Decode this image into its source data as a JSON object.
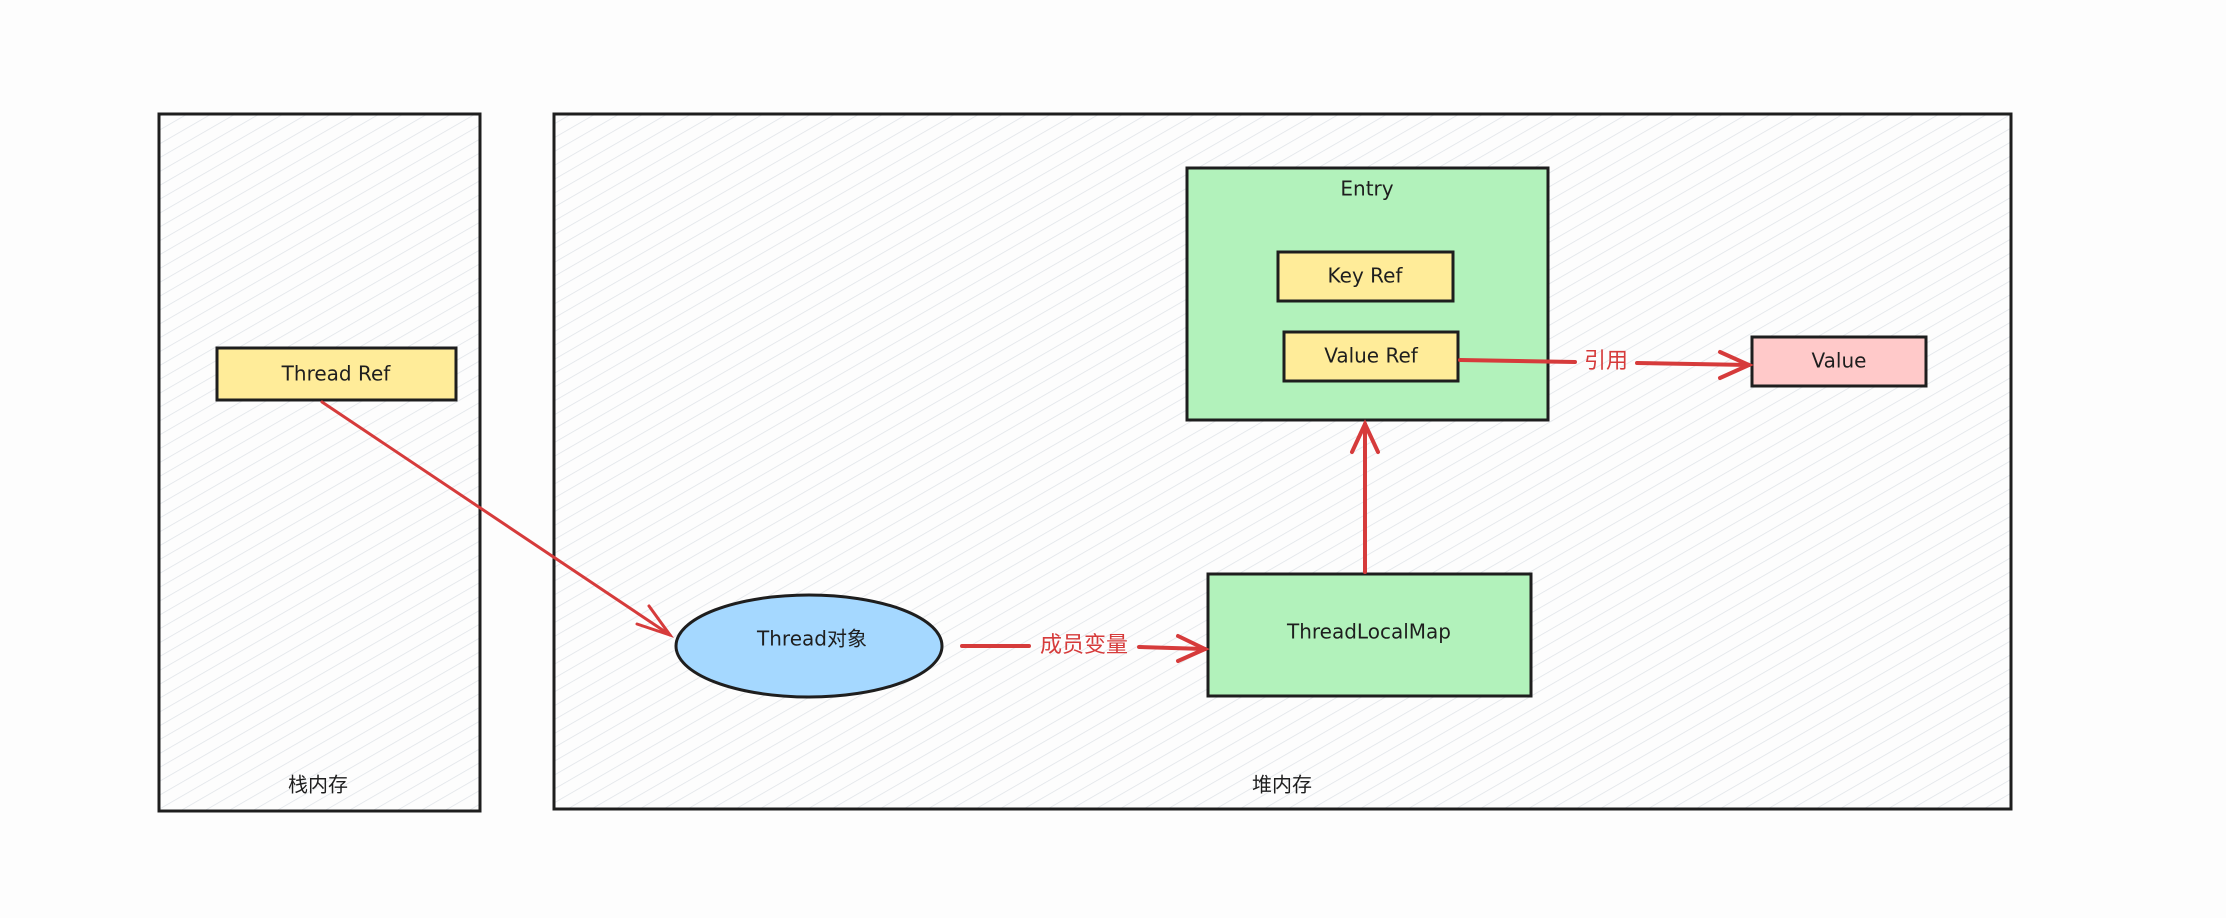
{
  "diagram": {
    "regions": {
      "stack": {
        "label": "栈内存"
      },
      "heap": {
        "label": "堆内存"
      }
    },
    "nodes": {
      "thread_ref": {
        "label": "Thread Ref",
        "color": "#ffec99"
      },
      "thread_object": {
        "label": "Thread对象",
        "color": "#a5d8ff"
      },
      "thread_local_map": {
        "label": "ThreadLocalMap",
        "color": "#b2f2bb"
      },
      "entry": {
        "label": "Entry",
        "color": "#b2f2bb"
      },
      "key_ref": {
        "label": "Key Ref",
        "color": "#ffec99"
      },
      "value_ref": {
        "label": "Value Ref",
        "color": "#ffec99"
      },
      "value": {
        "label": "Value",
        "color": "#ffc9c9"
      }
    },
    "edges": {
      "thread_ref_to_thread": {
        "from": "Thread Ref",
        "to": "Thread对象",
        "label": ""
      },
      "thread_to_map": {
        "from": "Thread对象",
        "to": "ThreadLocalMap",
        "label": "成员变量"
      },
      "map_to_entry": {
        "from": "ThreadLocalMap",
        "to": "Entry",
        "label": ""
      },
      "value_ref_to_value": {
        "from": "Value Ref",
        "to": "Value",
        "label": "引用"
      }
    },
    "edge_color": "#d63b3b"
  }
}
